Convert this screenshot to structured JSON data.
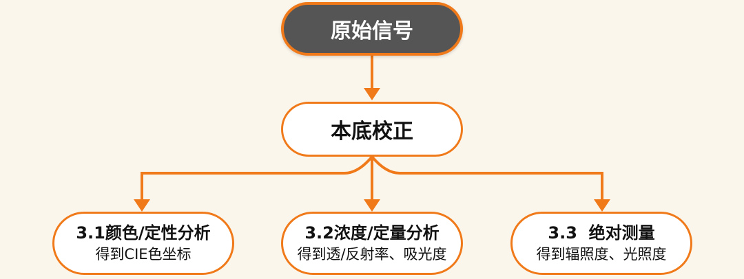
{
  "nodes": {
    "root": "原始信号",
    "correction": "本底校正",
    "branches": [
      {
        "title": "3.1颜色/定性分析",
        "subtitle": "得到CIE色坐标"
      },
      {
        "title": "3.2浓度/定量分析",
        "subtitle": "得到透/反射率、吸光度"
      },
      {
        "title": "3.3  绝对测量",
        "subtitle": "得到辐照度、光照度"
      }
    ]
  },
  "colors": {
    "accent": "#f07a1a",
    "root_fill": "#555555",
    "node_fill": "#ffffff",
    "background": "#faf6ec"
  }
}
